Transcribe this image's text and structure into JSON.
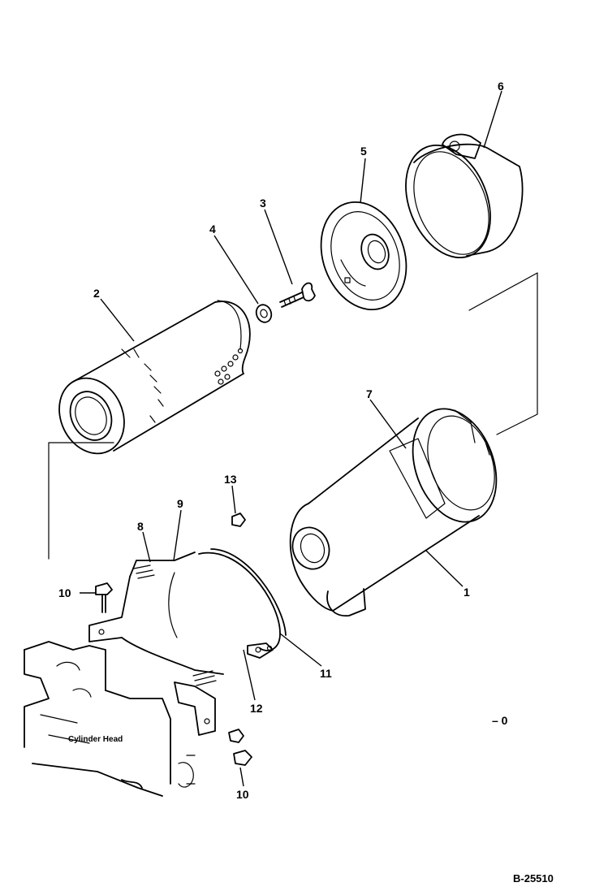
{
  "callouts": {
    "c1": "1",
    "c2": "2",
    "c3": "3",
    "c4": "4",
    "c5": "5",
    "c6": "6",
    "c7": "7",
    "c8": "8",
    "c9": "9",
    "c10a": "10",
    "c10b": "10",
    "c11": "11",
    "c12": "12",
    "c13": "13"
  },
  "labels": {
    "cylinder_head": "Cylinder Head",
    "revision_mark": "– 0",
    "figure_code": "B-25510"
  }
}
